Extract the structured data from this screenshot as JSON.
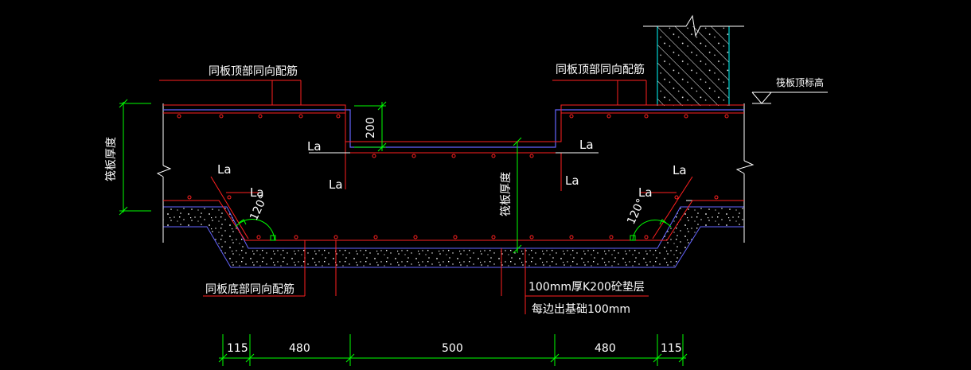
{
  "labels": {
    "top_rebar_left": "同板顶部同向配筋",
    "top_rebar_right": "同板顶部同向配筋",
    "bottom_rebar": "同板底部同向配筋",
    "slab_top_elev": "筏板顶标高",
    "slab_thickness_left": "筏板厚度",
    "slab_thickness_mid": "筏板厚度",
    "cushion_line1": "100mm厚K200砼垫层",
    "cushion_line2": "每边出基础100mm",
    "step_height": "200",
    "anchor": "La",
    "angle": "120°"
  },
  "dimensions": [
    "115",
    "480",
    "500",
    "480",
    "115"
  ],
  "colors": {
    "background": "#000000",
    "rebar": "#ff2020",
    "slab_outline": "#ffffff",
    "dimension": "#00ff00",
    "cushion_outline": "#6464ff",
    "wall": "#00ffff"
  }
}
